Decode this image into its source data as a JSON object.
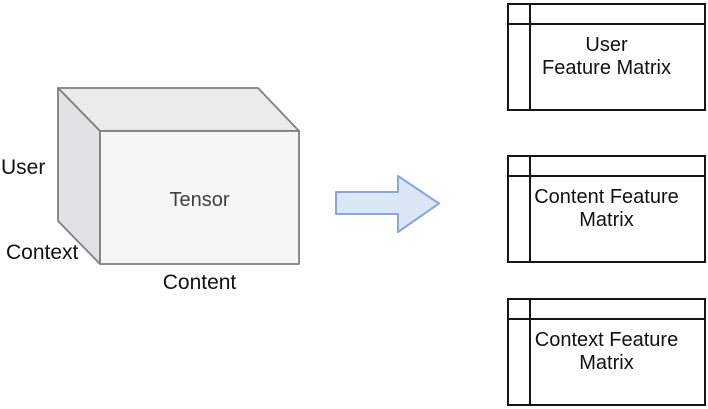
{
  "diagram": {
    "cube": {
      "label": "Tensor",
      "axis_user": "User",
      "axis_context": "Context",
      "axis_content": "Content",
      "colors": {
        "front_fill": "#f6f6f6",
        "top_fill": "#ebebeb",
        "side_fill": "#e2e2e4",
        "stroke": "#7f7f7f"
      }
    },
    "arrow": {
      "name": "right-block-arrow",
      "direction": "right",
      "fill": "#dbe6f6",
      "stroke": "#8aa7d9"
    },
    "matrices": [
      {
        "line1": "User",
        "line2": "Feature Matrix"
      },
      {
        "line1": "Content Feature",
        "line2": "Matrix"
      },
      {
        "line1": "Context Feature",
        "line2": "Matrix"
      }
    ],
    "matrix_border_color": "#161616"
  }
}
